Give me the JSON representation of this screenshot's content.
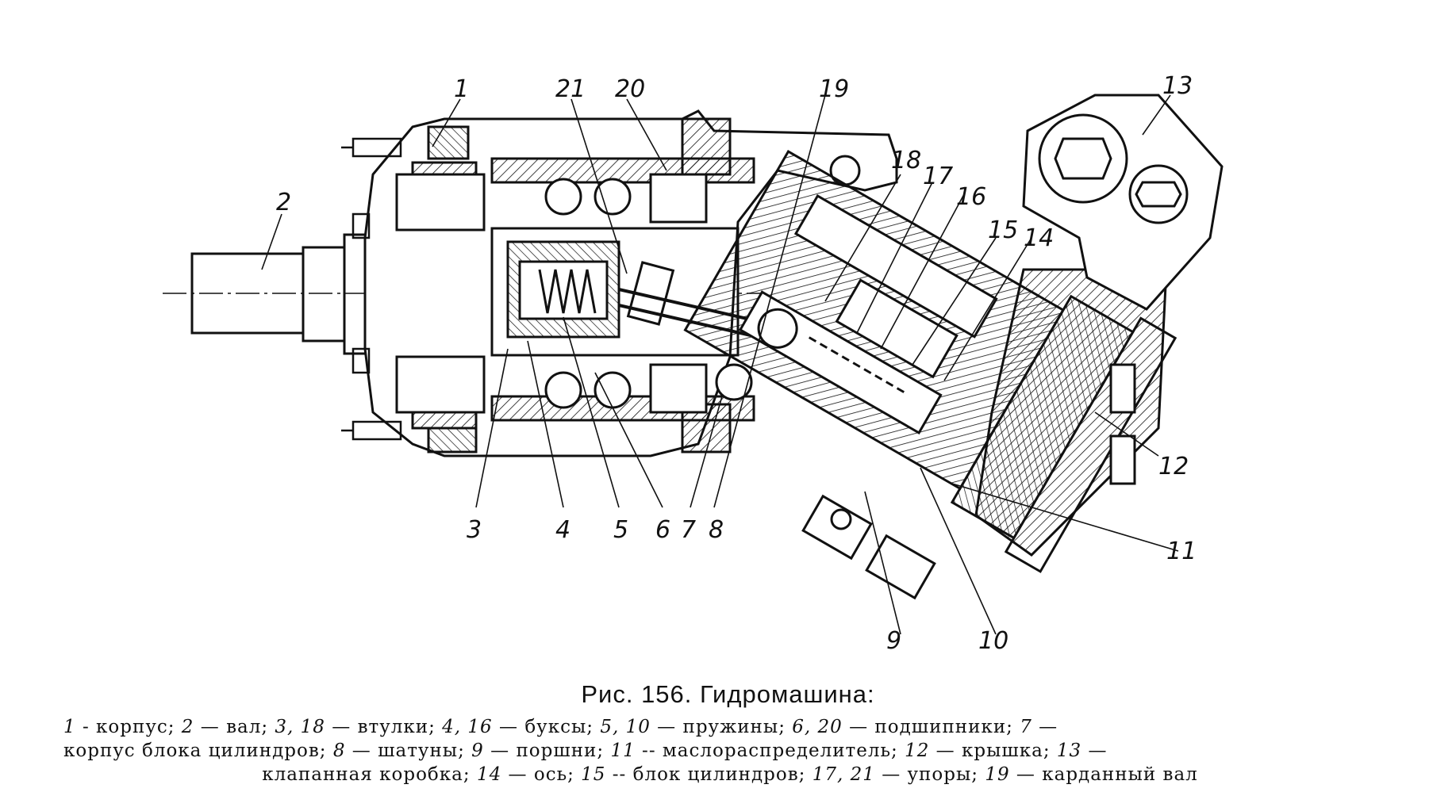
{
  "caption": {
    "title": "Рис. 156. Гидромашина:",
    "line1": [
      {
        "n": "1",
        "sep": " - ",
        "t": "корпус; "
      },
      {
        "n": "2",
        "sep": " — ",
        "t": "вал; "
      },
      {
        "n": "3, 18",
        "sep": " — ",
        "t": "втулки; "
      },
      {
        "n": "4, 16",
        "sep": " — ",
        "t": "буксы; "
      },
      {
        "n": "5, 10",
        "sep": " — ",
        "t": "пружины; "
      },
      {
        "n": "6, 20",
        "sep": " — ",
        "t": "подшипники; "
      },
      {
        "n": "7",
        "sep": " — ",
        "t": ""
      }
    ],
    "line2": [
      {
        "n": "",
        "sep": "",
        "t": "корпус блока цилиндров; "
      },
      {
        "n": "8",
        "sep": " — ",
        "t": "шатуны; "
      },
      {
        "n": "9",
        "sep": " — ",
        "t": "поршни; "
      },
      {
        "n": "11",
        "sep": " -- ",
        "t": "маслораспределитель; "
      },
      {
        "n": "12",
        "sep": " — ",
        "t": "крышка; "
      },
      {
        "n": "13",
        "sep": " — ",
        "t": ""
      }
    ],
    "line3": [
      {
        "n": "",
        "sep": "",
        "t": "клапанная коробка; "
      },
      {
        "n": "14",
        "sep": " — ",
        "t": "ось; "
      },
      {
        "n": "15",
        "sep": " -- ",
        "t": "блок цилиндров; "
      },
      {
        "n": "17, 21",
        "sep": " — ",
        "t": "упоры; "
      },
      {
        "n": "19",
        "sep": " — ",
        "t": "карданный вал"
      }
    ]
  },
  "labels": {
    "l1": "1",
    "l2": "2",
    "l3": "3",
    "l4": "4",
    "l5": "5",
    "l6": "6",
    "l7": "7",
    "l8": "8",
    "l9": "9",
    "l10": "10",
    "l11": "11",
    "l12": "12",
    "l13": "13",
    "l14": "14",
    "l15": "15",
    "l16": "16",
    "l17": "17",
    "l18": "18",
    "l19": "19",
    "l20": "20",
    "l21": "21"
  }
}
